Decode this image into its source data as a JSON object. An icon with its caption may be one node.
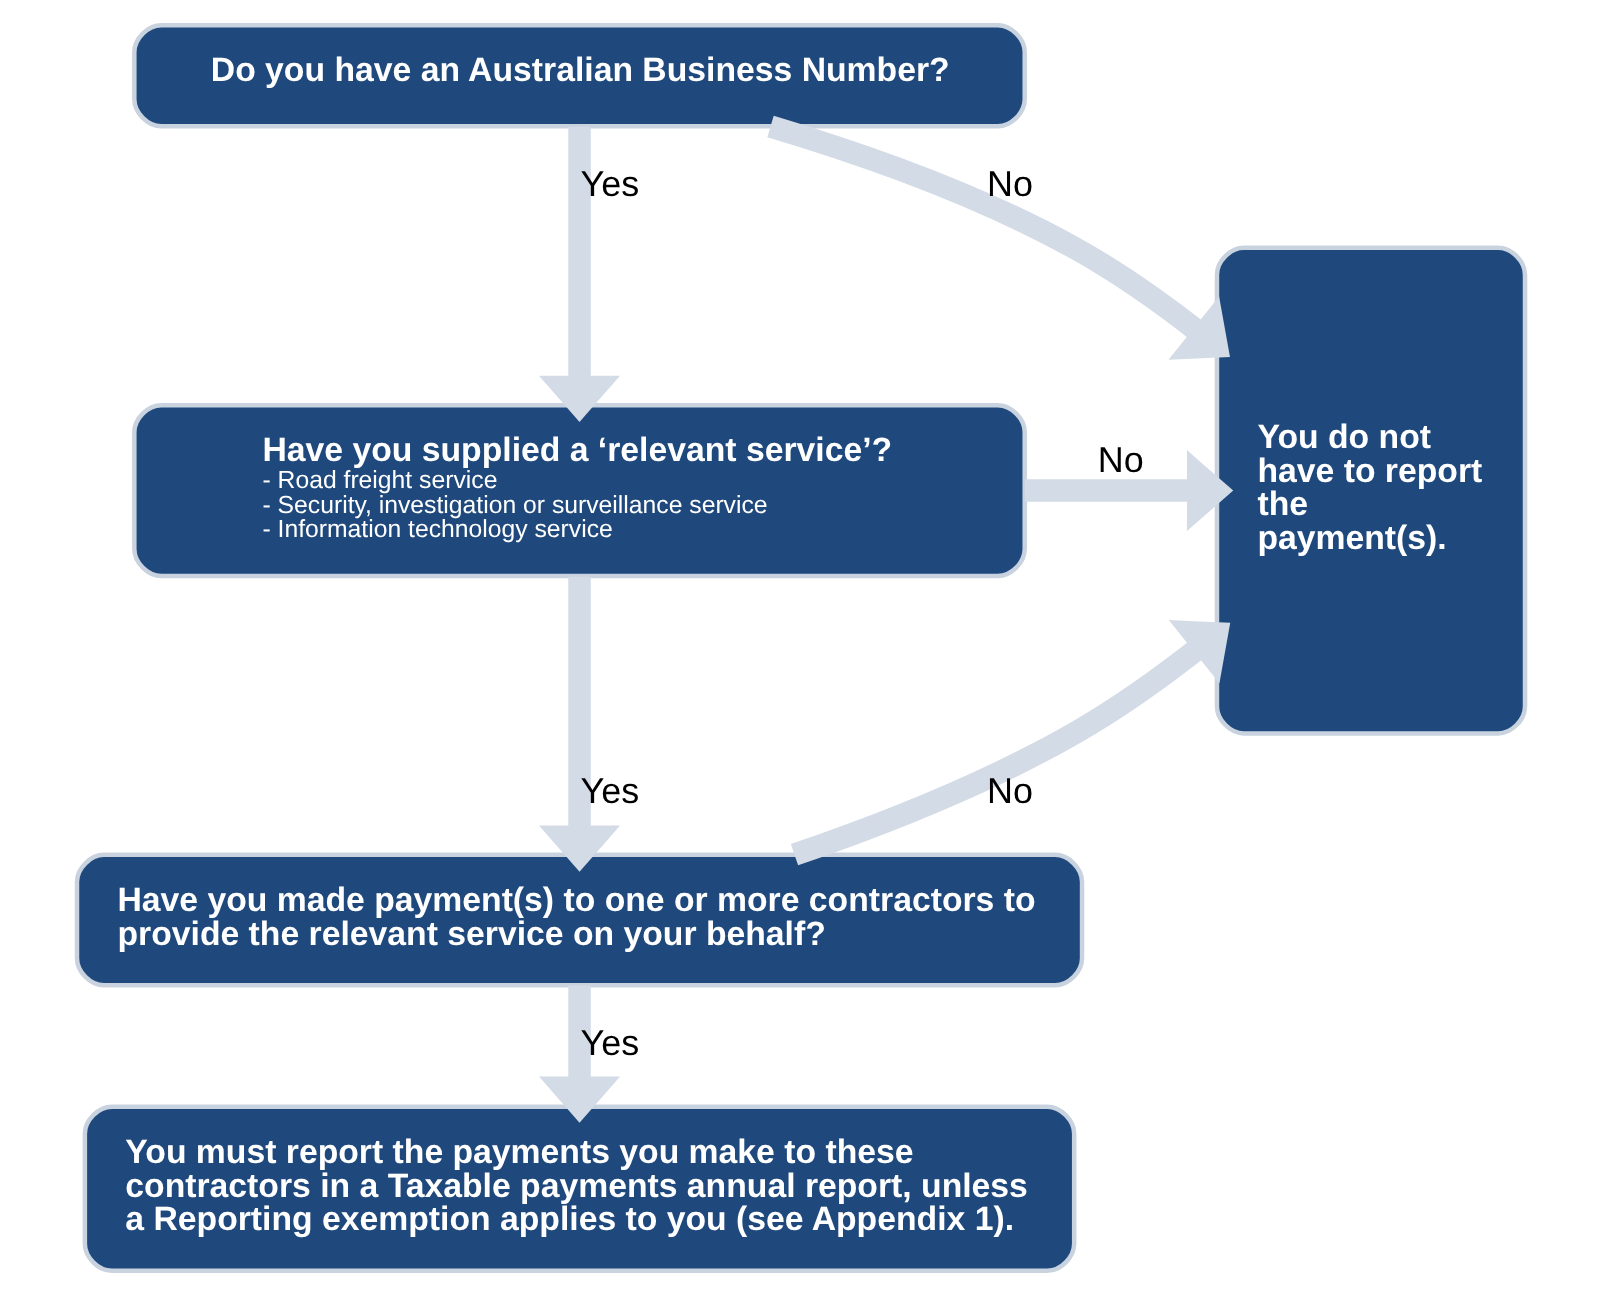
{
  "diagram": {
    "nodes": [
      {
        "text": [
          "Do you have an Australian Business Number?"
        ]
      },
      {
        "text": [
          "Have you supplied a ‘relevant service’?",
          "- Road freight service",
          "- Security, investigation or surveillance service",
          "- Information technology service"
        ]
      },
      {
        "text": [
          "Have you made payment(s) to one or more contractors to provide the relevant service on your behalf?"
        ]
      },
      {
        "text": [
          "You must report the payments you make to these contractors in a Taxable payments annual report, unless a Reporting exemption applies to you (see Appendix 1)."
        ]
      },
      {
        "text": [
          "You do not have to report the payment(s)."
        ]
      }
    ],
    "edges": [
      {
        "from": 0,
        "to": 1,
        "arrow": "to",
        "label": "Yes"
      },
      {
        "from": 0,
        "to": 4,
        "arrow": "to",
        "label": "No"
      },
      {
        "from": 1,
        "to": 2,
        "arrow": "to",
        "label": "Yes"
      },
      {
        "from": 1,
        "to": 4,
        "arrow": "to",
        "label": "No"
      },
      {
        "from": 2,
        "to": 3,
        "arrow": "to",
        "label": "Yes"
      },
      {
        "from": 2,
        "to": 4,
        "arrow": "to",
        "label": "No"
      }
    ]
  }
}
